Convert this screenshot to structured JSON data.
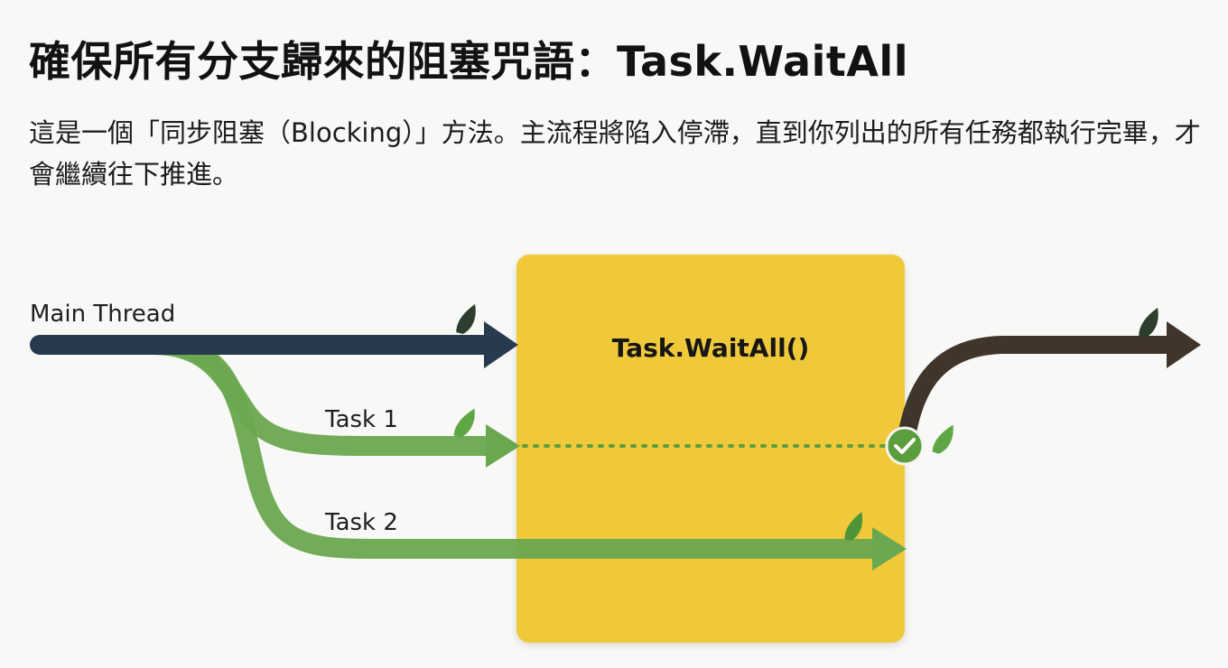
{
  "header": {
    "title": "確保所有分支歸來的阻塞咒語：Task.WaitAll",
    "description": "這是一個「同步阻塞（Blocking）」方法。主流程將陷入停滯，直到你列出的所有任務都執行完畢，才會繼續往下推進。"
  },
  "diagram": {
    "main_thread_label": "Main Thread",
    "task1_label": "Task 1",
    "task2_label": "Task 2",
    "blocking_box_label": "Task.WaitAll()",
    "icons": [
      "leaf-icon",
      "check-circle-icon",
      "arrow-head-icon"
    ],
    "colors": {
      "main_thread": "#283a4e",
      "tasks": "#6aa84f",
      "continuation": "#3f352b",
      "blocking_box": "#f0c93a",
      "leaf_dark": "#2e3e2e",
      "leaf_green": "#5fa744"
    }
  }
}
